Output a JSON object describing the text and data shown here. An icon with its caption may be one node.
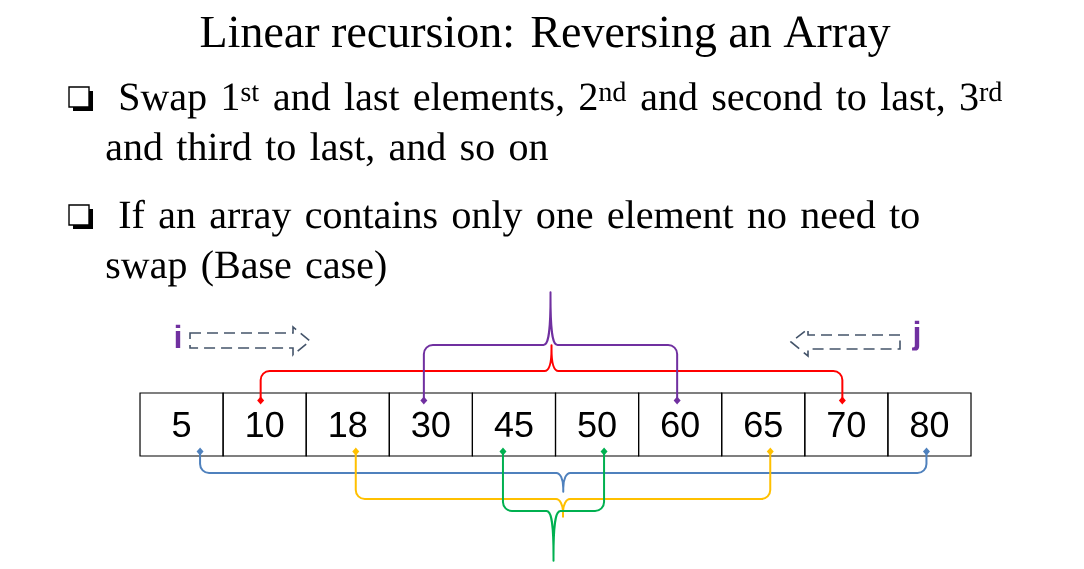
{
  "diagram": {
    "title": "Linear recursion: Reversing an Array",
    "nodes": [
      {
        "text": [
          "5"
        ]
      },
      {
        "text": [
          "10"
        ]
      },
      {
        "text": [
          "18"
        ]
      },
      {
        "text": [
          "30"
        ]
      },
      {
        "text": [
          "45"
        ]
      },
      {
        "text": [
          "50"
        ]
      },
      {
        "text": [
          "60"
        ]
      },
      {
        "text": [
          "65"
        ]
      },
      {
        "text": [
          "70"
        ]
      },
      {
        "text": [
          "80"
        ]
      }
    ],
    "edges": [
      {
        "from": 0,
        "to": 9,
        "arrow": "other",
        "color": "#4f81bd"
      },
      {
        "from": 1,
        "to": 8,
        "arrow": "other",
        "color": "#ff0000"
      },
      {
        "from": 2,
        "to": 7,
        "arrow": "other",
        "color": "#ffc000"
      },
      {
        "from": 3,
        "to": 6,
        "arrow": "other",
        "color": "#7030a0"
      },
      {
        "from": 4,
        "to": 5,
        "arrow": "other",
        "color": "#00b050"
      }
    ],
    "labels": [
      "Swap 1$^{st}$ and last elements, 2$^{nd}$ and second to last, 3$^{rd}$ and third to last, and so on",
      "If an array contains only one element no need to swap (Base case)",
      "i",
      "j"
    ]
  }
}
